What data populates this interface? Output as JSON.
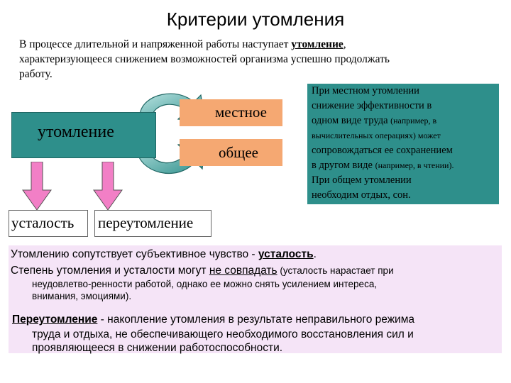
{
  "title": "Критерии утомления",
  "intro": {
    "part1": "В процессе длительной и напряженной работы наступает ",
    "term": "утомление",
    "part2": ",",
    "line2": "характеризующееся снижением возможностей организма успешно продолжать",
    "line3": "работу."
  },
  "boxes": {
    "fatigue": "утомление",
    "local": "местное",
    "general": "общее",
    "tiredness": "усталость",
    "overfatigue": "переутомление"
  },
  "side_note": {
    "l1": "При местном утомлении",
    "l2": "снижение эффективности в",
    "l3a": "одном виде труда ",
    "l3b": "(например, в",
    "l4": "вычислительных операциях) может",
    "l5": "сопровождаться ее сохранением",
    "l6a": "в другом виде ",
    "l6b": "(например, в чтении).",
    "l7": "При общем утомлении",
    "l8": "необходим отдых, сон."
  },
  "info": {
    "p1a": "Утомлению сопутствует субъективное чувство - ",
    "p1b": "усталость",
    "p1c": ".",
    "p2a": "Степень утомления и усталости могут ",
    "p2b": "не совпадать",
    "p2c": " (усталость нарастает при",
    "p3a": "неудовлетво-ренности работой, однако ее можно снять усилением интереса,",
    "p3b": "внимания, эмоциями).",
    "p4a": "Переутомление",
    "p4b": " - накопление утомления в результате неправильного режима",
    "p5a": "труда и отдыха, не обеспечивающего необходимого восстановления сил и",
    "p5b": "проявляющееся в снижении работоспособности."
  },
  "colors": {
    "teal": "#2e8f8b",
    "orange": "#f5a872",
    "pink_box": "#f5e4f7",
    "pink_arrow": "#f27fc6"
  }
}
